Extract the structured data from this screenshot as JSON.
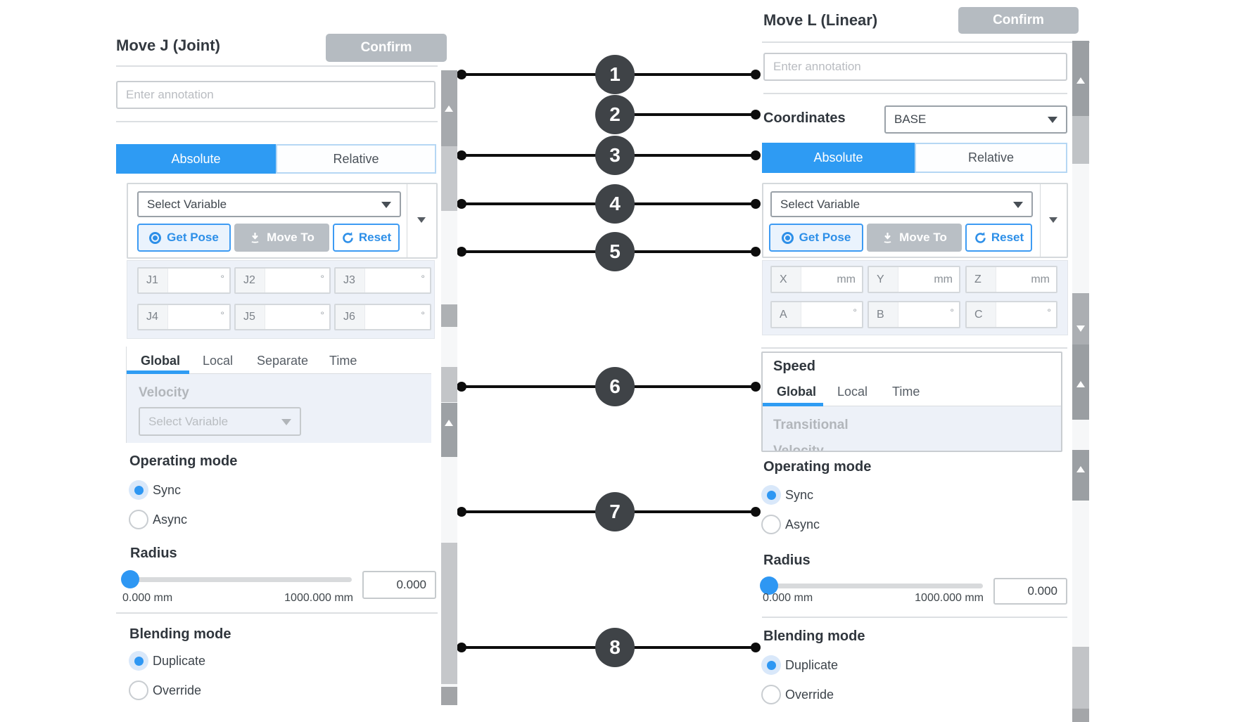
{
  "left_panel": {
    "title": "Move J (Joint)",
    "confirm_label": "Confirm",
    "annotation_placeholder": "Enter annotation",
    "mode_tabs": {
      "absolute": "Absolute",
      "relative": "Relative",
      "active": "Absolute"
    },
    "variable_placeholder": "Select Variable",
    "pose_buttons": {
      "get_pose": "Get Pose",
      "move_to": "Move To",
      "reset": "Reset"
    },
    "joint_fields": [
      {
        "label": "J1",
        "unit": "°",
        "value": ""
      },
      {
        "label": "J2",
        "unit": "°",
        "value": ""
      },
      {
        "label": "J3",
        "unit": "°",
        "value": ""
      },
      {
        "label": "J4",
        "unit": "°",
        "value": ""
      },
      {
        "label": "J5",
        "unit": "°",
        "value": ""
      },
      {
        "label": "J6",
        "unit": "°",
        "value": ""
      }
    ],
    "speed_tabs": [
      "Global",
      "Local",
      "Separate",
      "Time"
    ],
    "active_speed_tab": "Global",
    "velocity_label": "Velocity",
    "velocity_placeholder": "Select Variable",
    "operating_heading": "Operating mode",
    "operating_options": [
      {
        "label": "Sync",
        "selected": true
      },
      {
        "label": "Async",
        "selected": false
      }
    ],
    "radius_heading": "Radius",
    "radius_min": "0.000 mm",
    "radius_max": "1000.000 mm",
    "radius_value": "0.000",
    "blending_heading": "Blending mode",
    "blending_options": [
      {
        "label": "Duplicate",
        "selected": true
      },
      {
        "label": "Override",
        "selected": false
      }
    ]
  },
  "right_panel": {
    "title": "Move L (Linear)",
    "confirm_label": "Confirm",
    "annotation_placeholder": "Enter annotation",
    "coordinates_label": "Coordinates",
    "coordinates_value": "BASE",
    "mode_tabs": {
      "absolute": "Absolute",
      "relative": "Relative",
      "active": "Absolute"
    },
    "variable_placeholder": "Select Variable",
    "pose_buttons": {
      "get_pose": "Get Pose",
      "move_to": "Move To",
      "reset": "Reset"
    },
    "pose_fields": [
      {
        "label": "X",
        "unit": "mm",
        "value": ""
      },
      {
        "label": "Y",
        "unit": "mm",
        "value": ""
      },
      {
        "label": "Z",
        "unit": "mm",
        "value": ""
      },
      {
        "label": "A",
        "unit": "°",
        "value": ""
      },
      {
        "label": "B",
        "unit": "°",
        "value": ""
      },
      {
        "label": "C",
        "unit": "°",
        "value": ""
      }
    ],
    "speed_title": "Speed",
    "speed_tabs": [
      "Global",
      "Local",
      "Time"
    ],
    "active_speed_tab": "Global",
    "transitional_label": "Transitional",
    "clipped_label": "Velocity",
    "operating_heading": "Operating mode",
    "operating_options": [
      {
        "label": "Sync",
        "selected": true
      },
      {
        "label": "Async",
        "selected": false
      }
    ],
    "radius_heading": "Radius",
    "radius_min": "0.000 mm",
    "radius_max": "1000.000 mm",
    "radius_value": "0.000",
    "blending_heading": "Blending mode",
    "blending_options": [
      {
        "label": "Duplicate",
        "selected": true
      },
      {
        "label": "Override",
        "selected": false
      }
    ]
  },
  "callouts": [
    {
      "label": "1"
    },
    {
      "label": "2"
    },
    {
      "label": "3"
    },
    {
      "label": "4"
    },
    {
      "label": "5"
    },
    {
      "label": "6"
    },
    {
      "label": "7"
    },
    {
      "label": "8"
    }
  ]
}
